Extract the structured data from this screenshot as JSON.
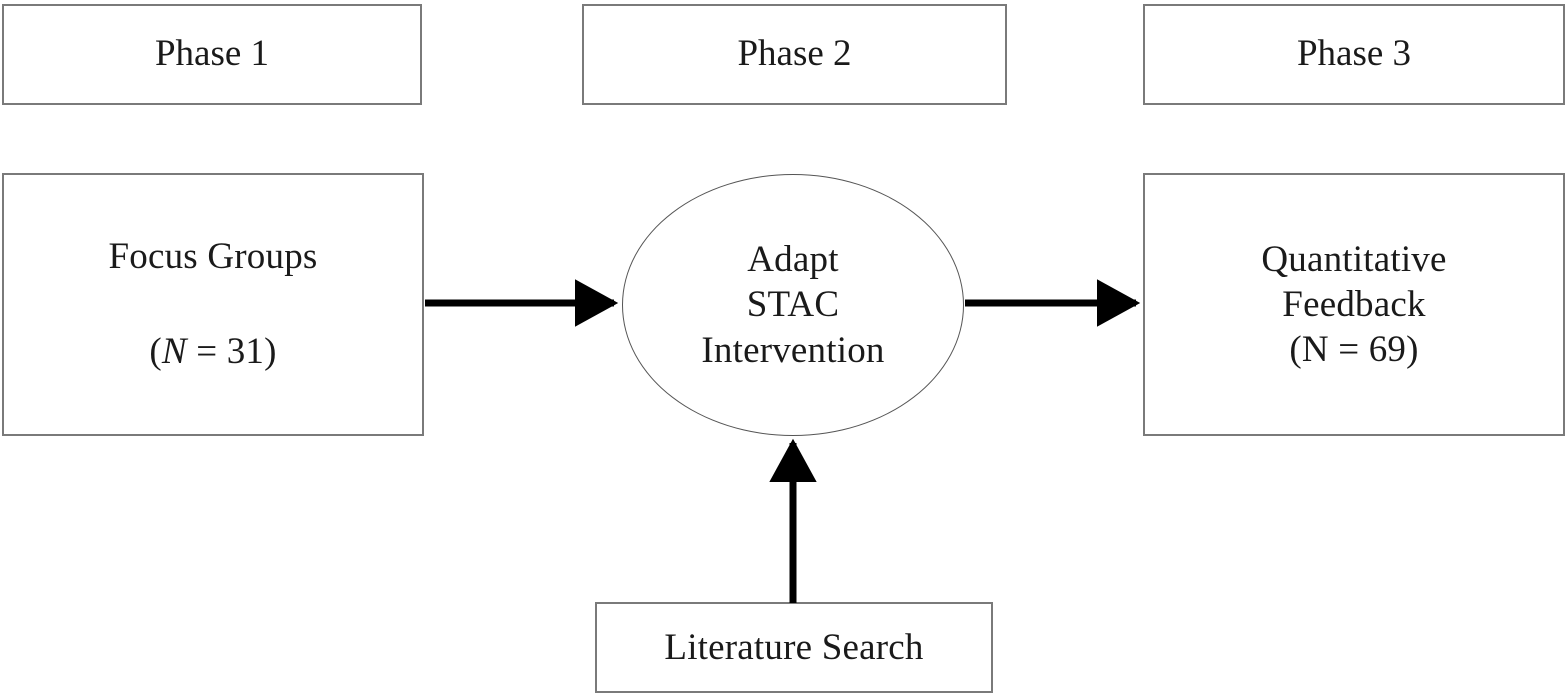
{
  "diagram": {
    "title": "Three-phase STAC intervention adaptation flow",
    "colors": {
      "box_border": "#7a7a7a",
      "ellipse_border": "#555555",
      "arrow": "#000000",
      "text": "#1a1a1a",
      "background": "#ffffff"
    },
    "phases": [
      {
        "id": "phase-1",
        "label": "Phase 1"
      },
      {
        "id": "phase-2",
        "label": "Phase 2"
      },
      {
        "id": "phase-3",
        "label": "Phase 3"
      }
    ],
    "nodes": {
      "focus_groups": {
        "line1": "Focus Groups",
        "paren_open": "(",
        "n_symbol": "N",
        "equals_value": " = 31)"
      },
      "adapt_stac": {
        "label": "Adapt\nSTAC\nIntervention"
      },
      "quantitative_feedback": {
        "label": "Quantitative\nFeedback\n(N = 69)"
      },
      "literature_search": {
        "label": "Literature  Search"
      }
    },
    "arrows": [
      {
        "id": "arrow-focus-to-adapt",
        "from": "focus_groups",
        "to": "adapt_stac",
        "direction": "right"
      },
      {
        "id": "arrow-adapt-to-quantitative",
        "from": "adapt_stac",
        "to": "quantitative_feedback",
        "direction": "right"
      },
      {
        "id": "arrow-literature-to-adapt",
        "from": "literature_search",
        "to": "adapt_stac",
        "direction": "up"
      }
    ]
  }
}
